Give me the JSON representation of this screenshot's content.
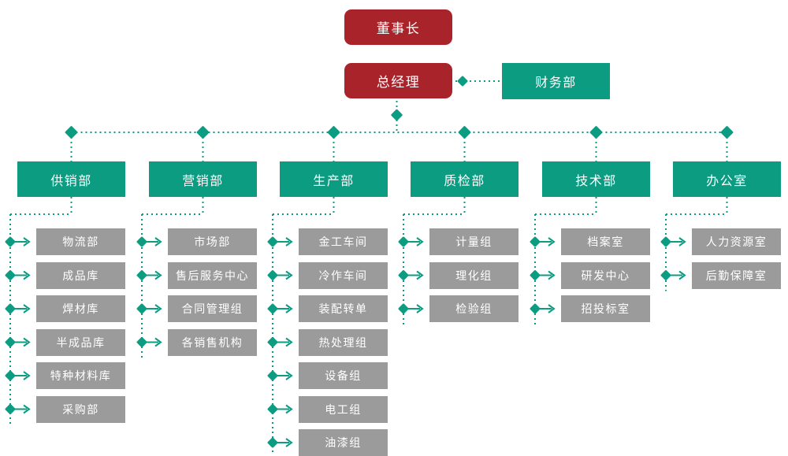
{
  "top": {
    "chairman": "董事长",
    "general_manager": "总经理",
    "finance": "财务部"
  },
  "columns": [
    {
      "label": "供销部",
      "items": [
        "物流部",
        "成品库",
        "焊材库",
        "半成品库",
        "特种材料库",
        "采购部"
      ]
    },
    {
      "label": "营销部",
      "items": [
        "市场部",
        "售后服务中心",
        "合同管理组",
        "各销售机构"
      ]
    },
    {
      "label": "生产部",
      "items": [
        "金工车间",
        "冷作车间",
        "装配转单",
        "热处理组",
        "设备组",
        "电工组",
        "油漆组"
      ]
    },
    {
      "label": "质检部",
      "items": [
        "计量组",
        "理化组",
        "检验组"
      ]
    },
    {
      "label": "技术部",
      "items": [
        "档案室",
        "研发中心",
        "招投标室"
      ]
    },
    {
      "label": "办公室",
      "items": [
        "人力资源室",
        "后勤保障室"
      ]
    }
  ],
  "colors": {
    "red": "#a8232a",
    "teal": "#0b9c82",
    "gray": "#9b9b9b",
    "text": "#ffffff",
    "background": "#ffffff"
  }
}
